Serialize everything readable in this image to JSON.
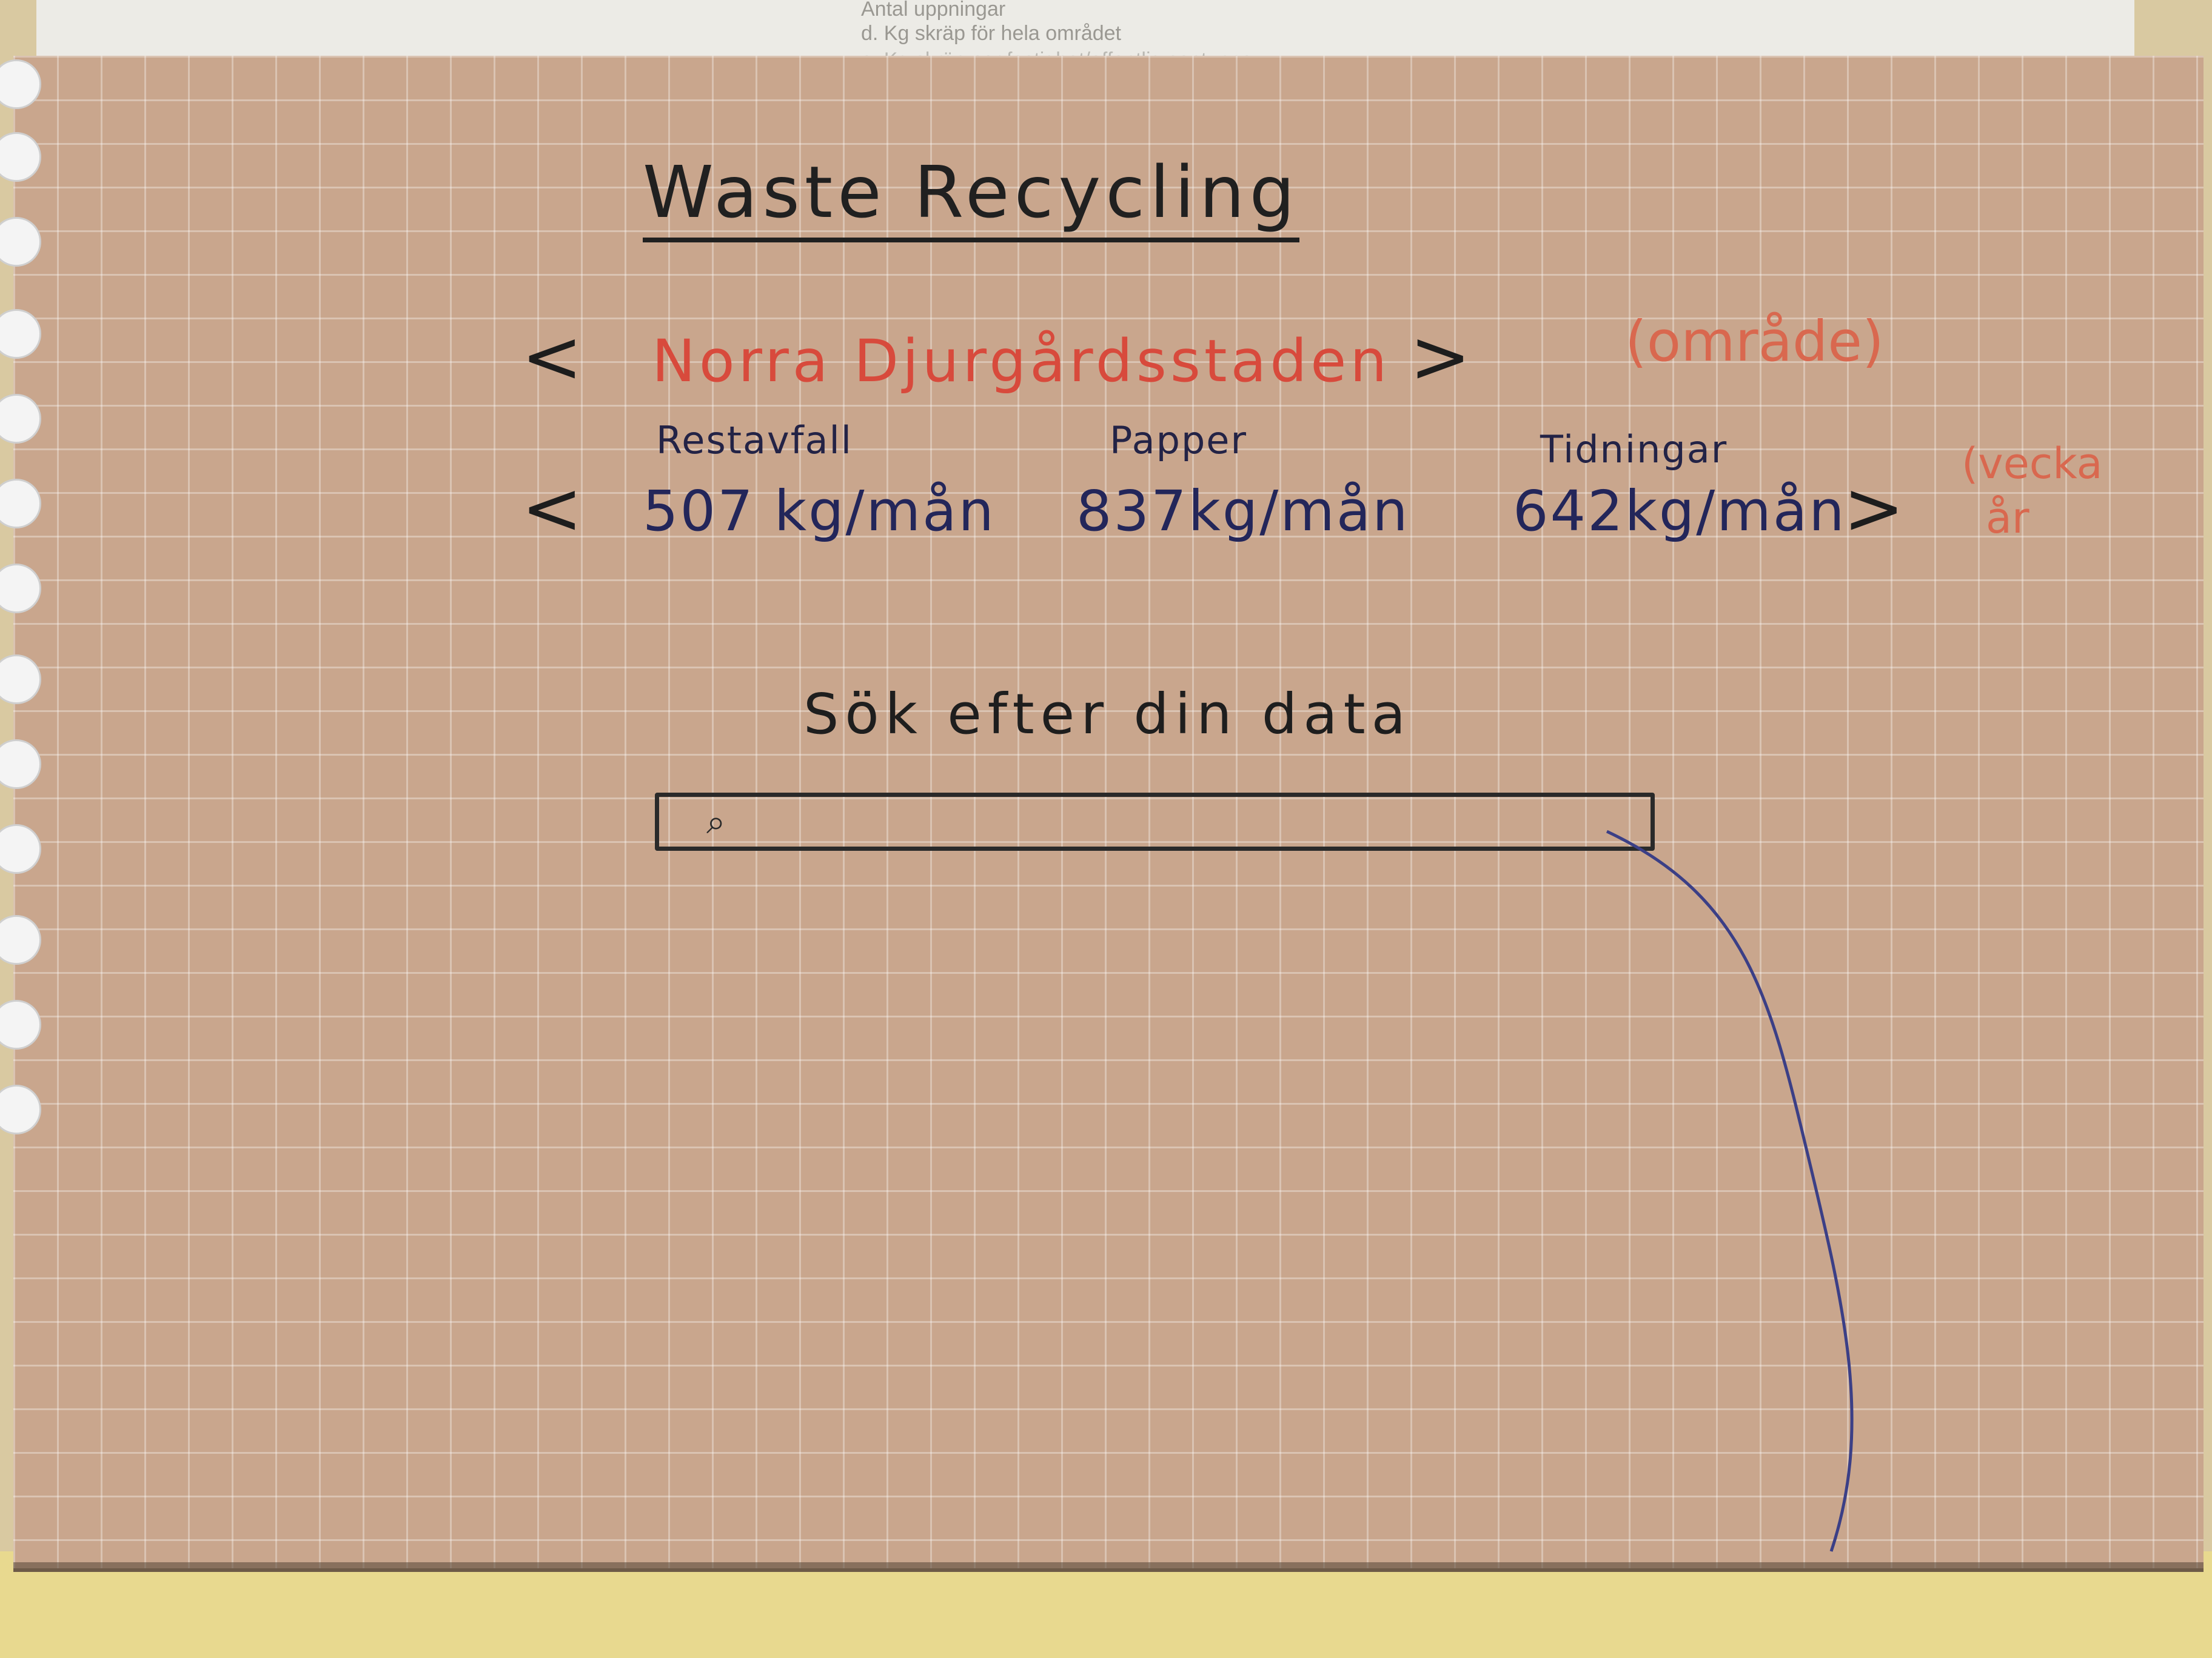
{
  "background_sheet": {
    "lines": [
      "Antal uppningar",
      "d.   Kg skräp för hela området",
      "e.   Kg skräp per fastighet/offentlig soptunna"
    ]
  },
  "header": {
    "title": "Waste Recycling"
  },
  "area_selector": {
    "prev_symbol": "<",
    "area_name": "Norra Djurgårdsstaden",
    "next_symbol": ">",
    "note": "(område)"
  },
  "stats": {
    "prev_symbol": "<",
    "next_symbol": ">",
    "items": [
      {
        "label": "Restavfall",
        "value": "507 kg/mån"
      },
      {
        "label": "Papper",
        "value": "837kg/mån"
      },
      {
        "label": "Tidningar",
        "value": "642kg/mån"
      }
    ],
    "note_line1": "(vecka",
    "note_line2": "år"
  },
  "search": {
    "title": "Sök efter din data",
    "icon": "search-icon",
    "placeholder": ""
  },
  "colors": {
    "paper": "#c9a68d",
    "red_ink": "#d84a3c",
    "blue_ink": "#23265a",
    "pencil": "#202020"
  }
}
